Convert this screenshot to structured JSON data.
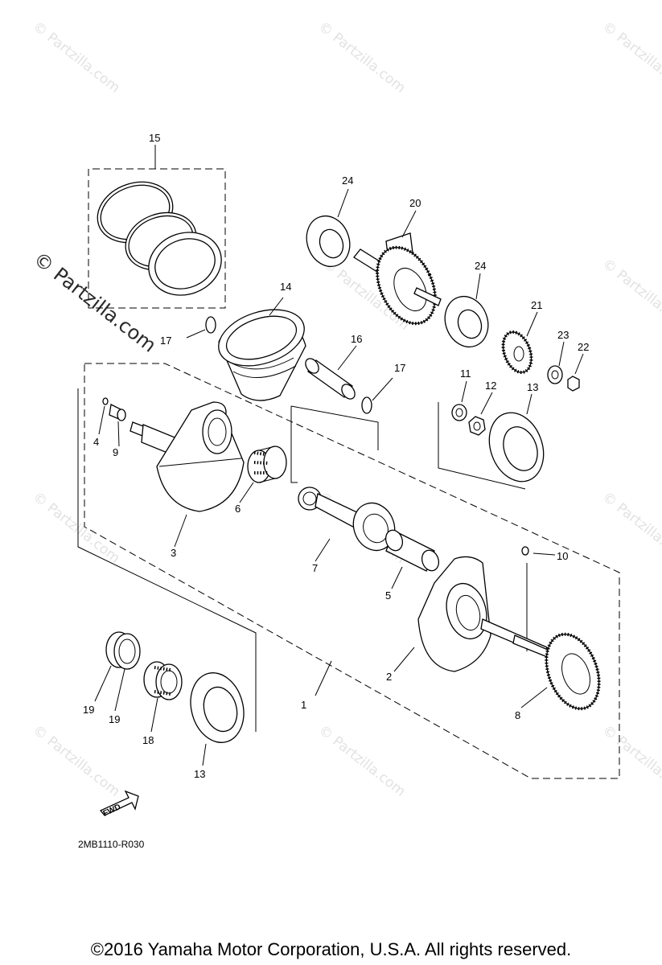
{
  "watermark": {
    "text": "© Partzilla.com"
  },
  "callouts": {
    "c1": "1",
    "c2": "2",
    "c3": "3",
    "c4": "4",
    "c5": "5",
    "c6": "6",
    "c7": "7",
    "c8": "8",
    "c9": "9",
    "c10": "10",
    "c11": "11",
    "c12": "12",
    "c13a": "13",
    "c13b": "13",
    "c14": "14",
    "c15": "15",
    "c16": "16",
    "c17a": "17",
    "c17b": "17",
    "c18": "18",
    "c19a": "19",
    "c19b": "19",
    "c20": "20",
    "c21": "21",
    "c22": "22",
    "c23": "23",
    "c24a": "24",
    "c24b": "24"
  },
  "fwd_label": "FWD",
  "diagram_code": "2MB1110-R030",
  "footer": "©2016 Yamaha Motor Corporation, U.S.A. All rights reserved."
}
